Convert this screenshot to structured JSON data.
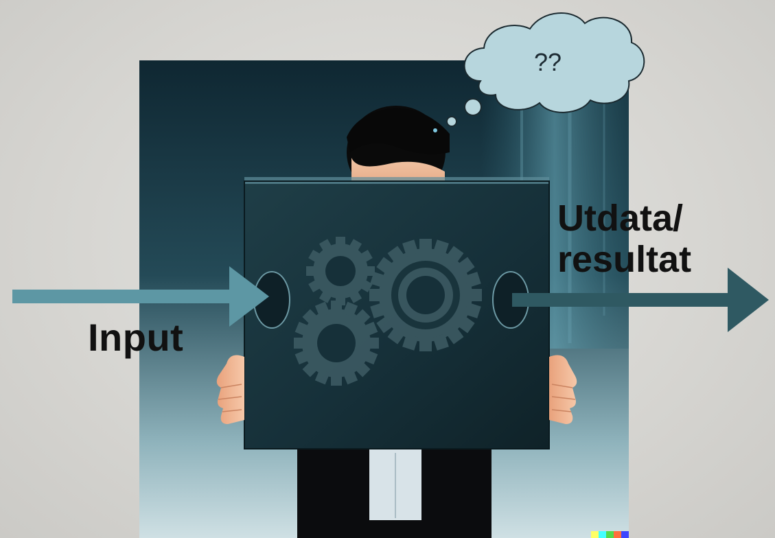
{
  "diagram": {
    "input_label": "Input",
    "output_label_line1": "Utdata/",
    "output_label_line2": "resultat",
    "thought_text": "??"
  },
  "colors": {
    "input_arrow": "#5d97a4",
    "output_arrow": "#2f5962",
    "box": "#163038",
    "gear": "#3c5a62",
    "thought_bubble": "#b7d6dd",
    "background": "#d6d5d1"
  },
  "icons": [
    "gear-icon",
    "thought-bubble-icon",
    "arrow-right-icon",
    "person-icon",
    "dalle-watermark-icon"
  ]
}
